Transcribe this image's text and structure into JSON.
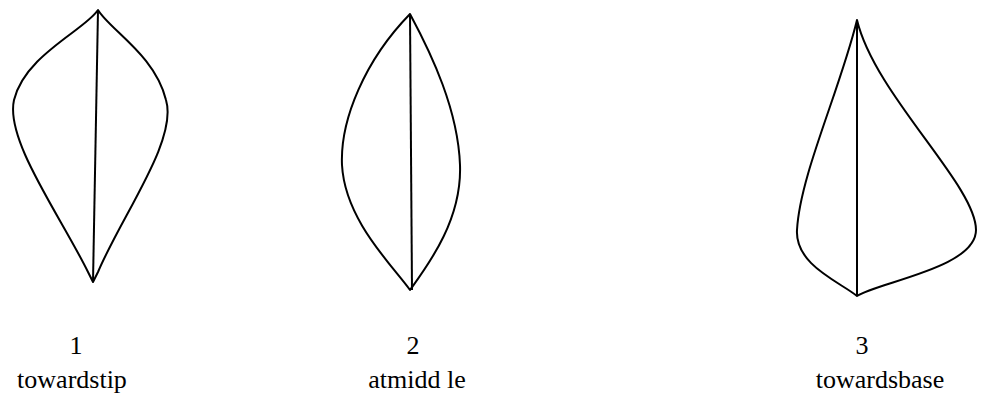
{
  "diagram": {
    "labels": [
      "1",
      "towardstip",
      "2",
      "atmidd le",
      "3",
      "towardsbase"
    ]
  }
}
